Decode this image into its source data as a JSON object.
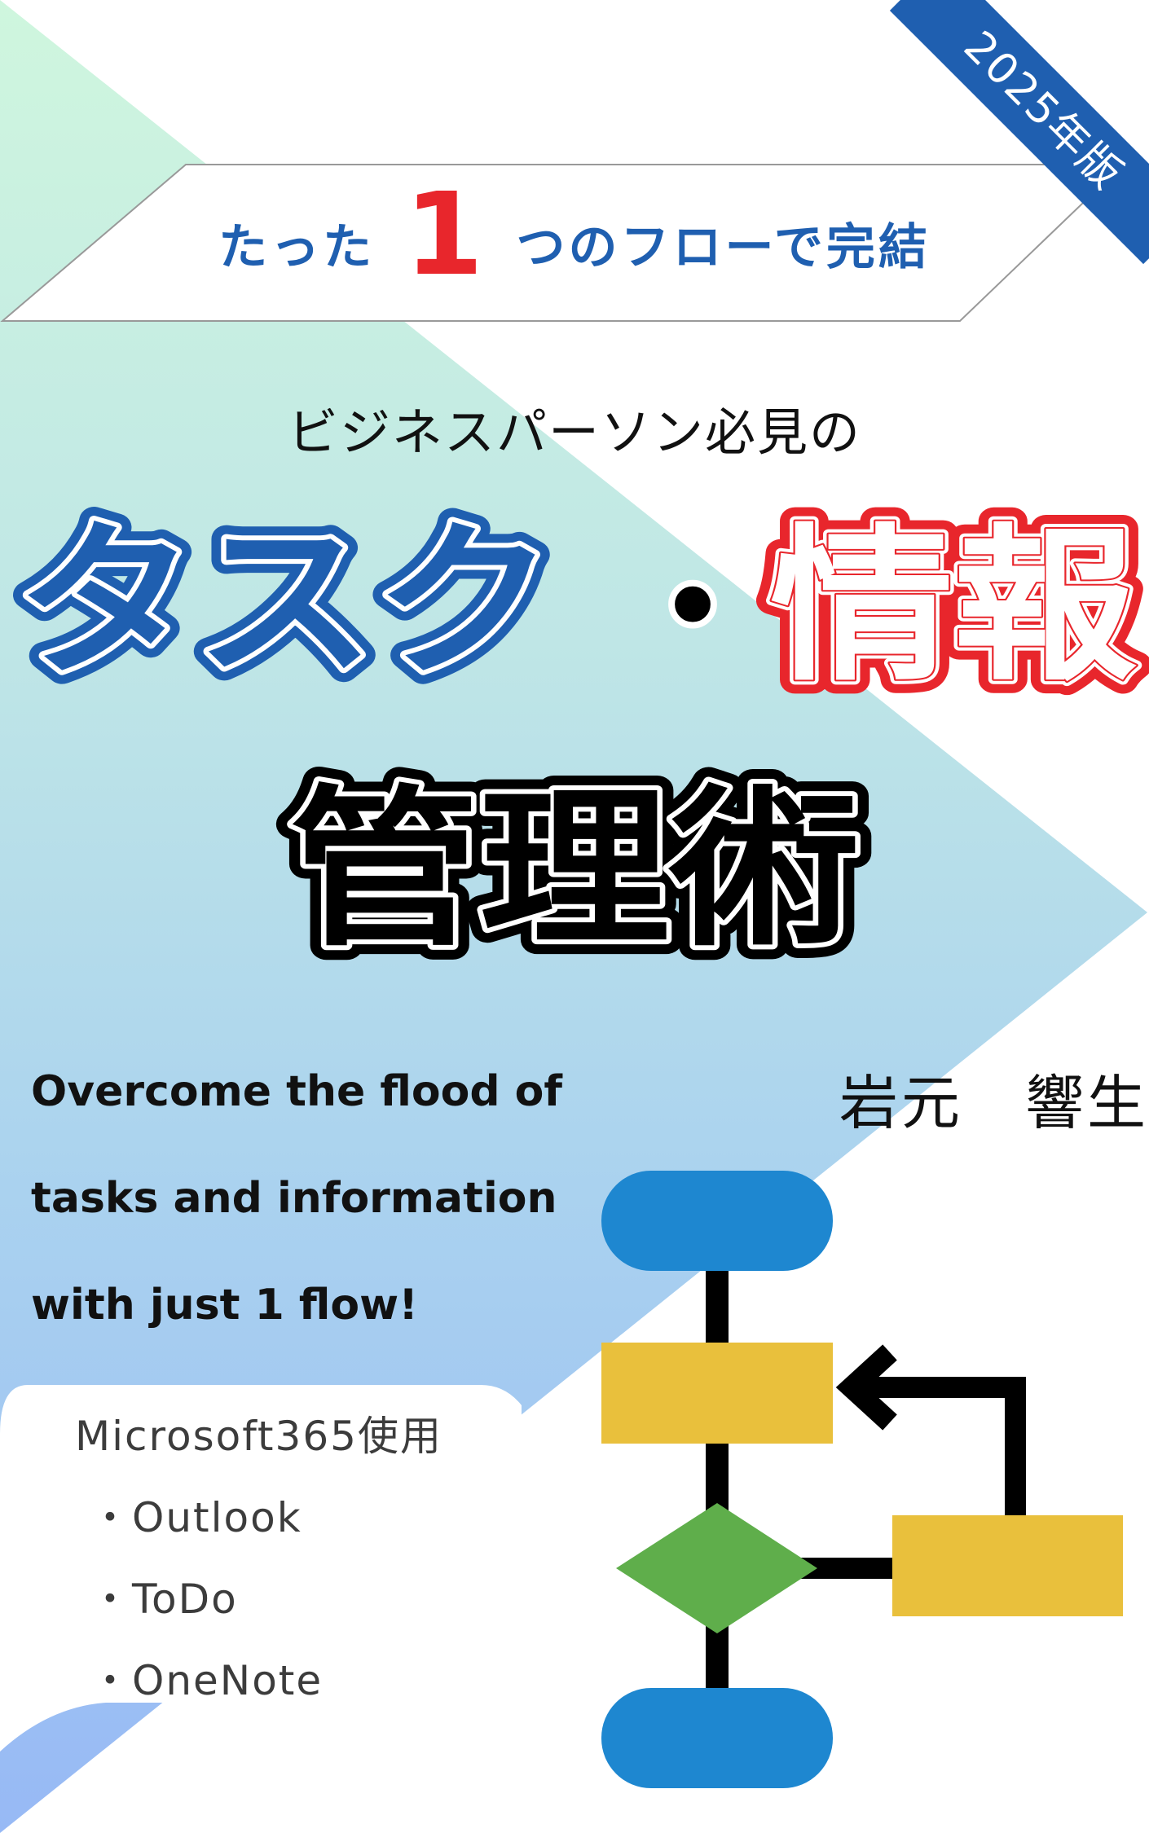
{
  "edition_badge": "2025年版",
  "tagline": {
    "before": "たった",
    "number": "1",
    "after": "つのフローで完結"
  },
  "subtitle": "ビジネスパーソン必見の",
  "title": {
    "part1": "タスク",
    "separator": "・",
    "part2": "情報",
    "part3": "管理術"
  },
  "english_lines": [
    "Overcome the flood of",
    "tasks and information",
    "with just 1 flow!"
  ],
  "author": "岩元　響生",
  "software": {
    "heading": "Microsoft365使用",
    "items": [
      "・Outlook",
      "・ToDo",
      "・OneNote"
    ]
  },
  "colors": {
    "blue": "#1f5fb0",
    "red": "#e8262c",
    "flow_blue": "#1e87d0",
    "flow_yellow": "#e9c03c",
    "flow_green": "#5fae4b"
  }
}
